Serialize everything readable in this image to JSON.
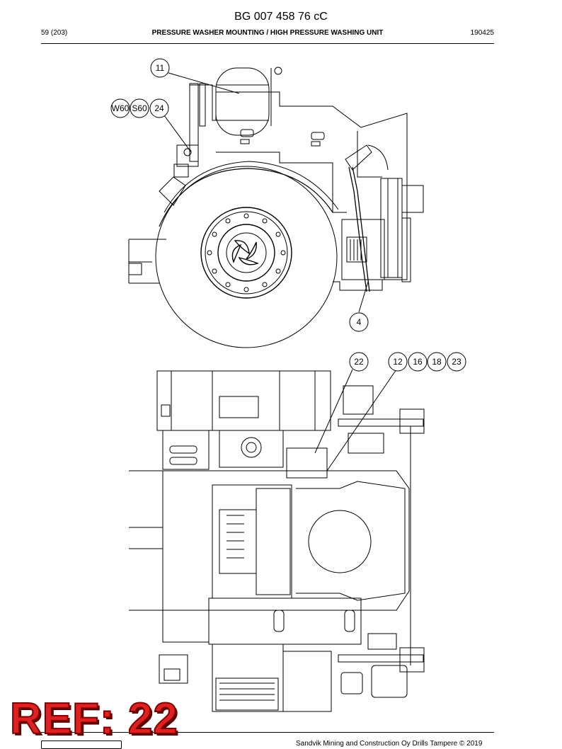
{
  "header": {
    "doc_id": "BG 007 458 76 cC",
    "page": "59 (203)",
    "title": "PRESSURE WASHER MOUNTING / HIGH PRESSURE WASHING UNIT",
    "date": "190425"
  },
  "callouts": {
    "c11": "11",
    "cW60": "W60",
    "cS60": "S60",
    "c24": "24",
    "c4": "4",
    "c22": "22",
    "c12": "12",
    "c16": "16",
    "c18": "18",
    "c23": "23"
  },
  "stamp": "REF: 22",
  "footer": "Sandvik Mining and Construction Oy Drills Tampere © 2019"
}
